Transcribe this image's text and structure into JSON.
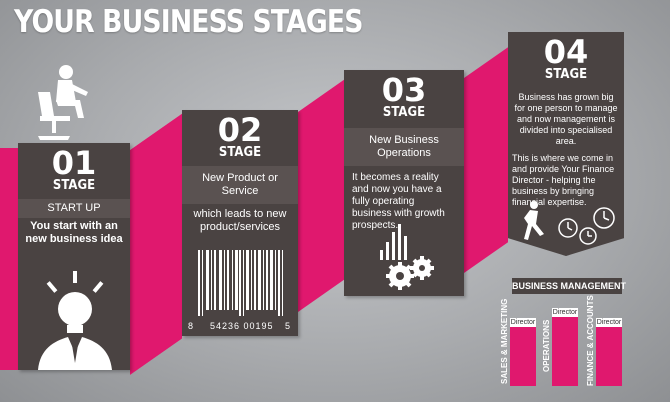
{
  "title": "YOUR BUSINESS STAGES",
  "stages": [
    {
      "number": "01",
      "label": "STAGE",
      "heading": "START UP",
      "text": "You start with an new business idea"
    },
    {
      "number": "02",
      "label": "STAGE",
      "heading": "New Product or Service",
      "text": "which leads to new product/services"
    },
    {
      "number": "03",
      "label": "STAGE",
      "heading": "New Business Operations",
      "text": "It becomes a reality and now you have a fully operating business with growth prospects."
    },
    {
      "number": "04",
      "label": "STAGE",
      "text1": "Business has grown big for one person to manage and now management is divided into specialised area.",
      "text2": "This is where we come in and provide Your Finance Director - helping the business by bringing financial expertise."
    }
  ],
  "barcode": {
    "left": "8",
    "middle": "54236 00195",
    "right": "5"
  },
  "management": {
    "heading": "BUSINESS MANAGEMENT",
    "columns": [
      {
        "role": "Director",
        "dept": "SALES & MARKETING"
      },
      {
        "role": "Director",
        "dept": "OPERATIONS"
      },
      {
        "role": "Director",
        "dept": "FINANCE & ACCOUNTS"
      }
    ]
  },
  "colors": {
    "accent": "#e0186e",
    "panel": "#4a4342"
  }
}
